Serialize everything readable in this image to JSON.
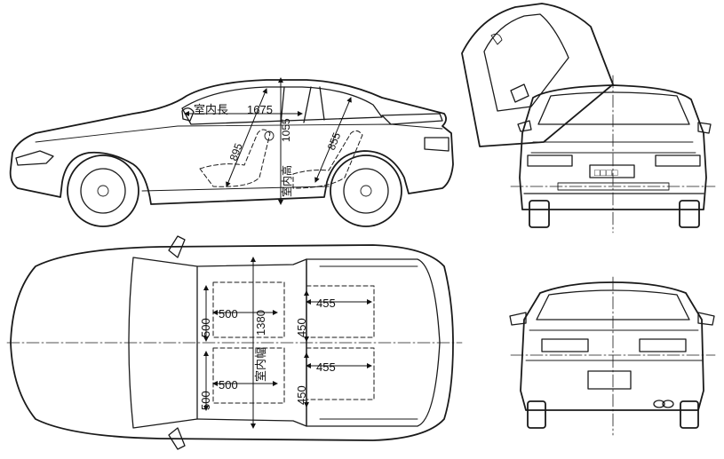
{
  "side_view": {
    "length_label": "室内長",
    "length_value": "1675",
    "height_value_front": "1055",
    "height_label": "室内高",
    "dim_895": "895",
    "dim_855": "855"
  },
  "front_view": {
    "plate": "□□□□"
  },
  "top_view": {
    "width_label": "室内幅",
    "width_value": "1380",
    "seat_width_front_upper": "500",
    "seat_width_front_lower": "500",
    "seat_depth_front_upper": "500",
    "seat_depth_front_lower": "500",
    "seat_rear_upper_width": "455",
    "seat_rear_lower_width": "455",
    "seat_rear_upper_depth": "450",
    "seat_rear_lower_depth": "450"
  },
  "rear_view": {}
}
